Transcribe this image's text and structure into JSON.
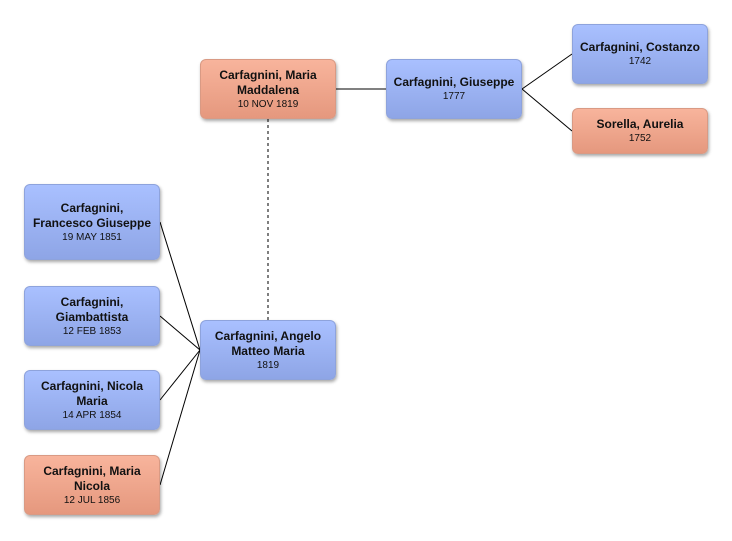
{
  "people": {
    "maddalena": {
      "name": "Carfagnini, Maria Maddalena",
      "date": "10 NOV 1819",
      "sex": "female"
    },
    "giuseppe": {
      "name": "Carfagnini, Giuseppe",
      "date": "1777",
      "sex": "male"
    },
    "costanzo": {
      "name": "Carfagnini, Costanzo",
      "date": "1742",
      "sex": "male"
    },
    "aurelia": {
      "name": "Sorella, Aurelia",
      "date": "1752",
      "sex": "female"
    },
    "angelo": {
      "name": "Carfagnini, Angelo Matteo Maria",
      "date": "1819",
      "sex": "male"
    },
    "francesco": {
      "name": "Carfagnini, Francesco Giuseppe",
      "date": "19 MAY 1851",
      "sex": "male"
    },
    "giambattista": {
      "name": "Carfagnini, Giambattista",
      "date": "12 FEB 1853",
      "sex": "male"
    },
    "nicola": {
      "name": "Carfagnini, Nicola Maria",
      "date": "14 APR 1854",
      "sex": "male"
    },
    "mariaNicola": {
      "name": "Carfagnini, Maria Nicola",
      "date": "12 JUL 1856",
      "sex": "female"
    }
  },
  "colors": {
    "male": "#9bb2f5",
    "female": "#f0a68c",
    "line": "#000000",
    "spouse_line": "#555555"
  }
}
